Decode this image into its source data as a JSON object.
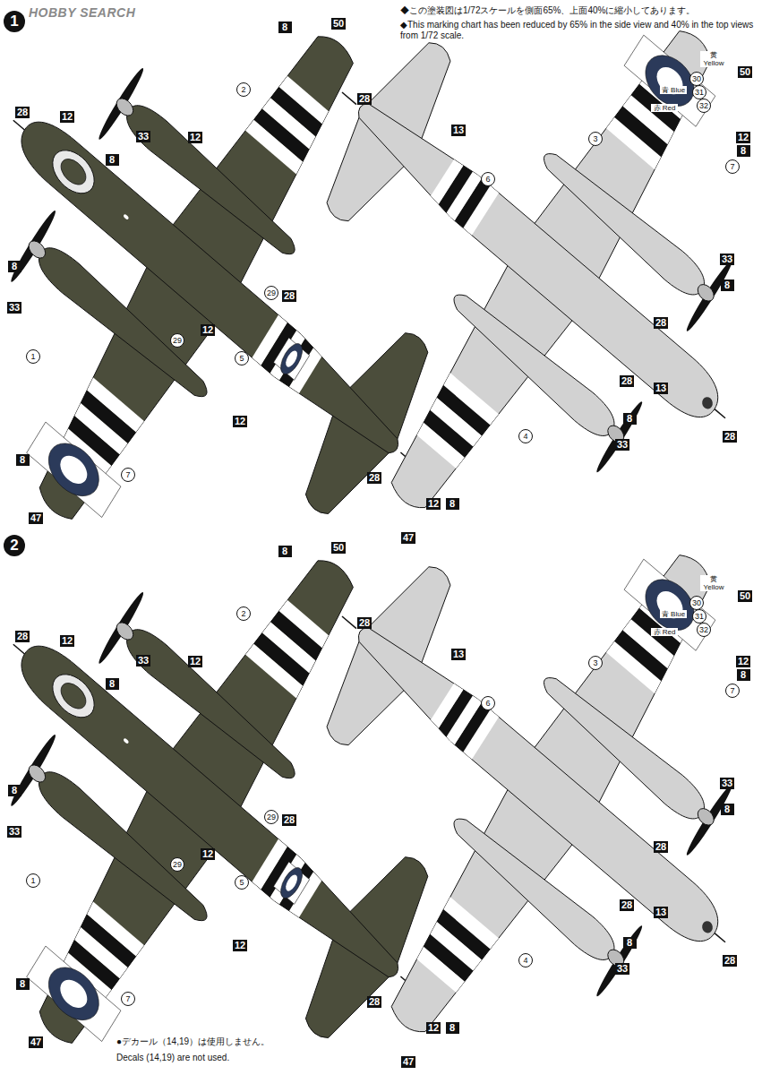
{
  "diagram": {
    "labels": [
      "HOBBY SEARCH",
      "◆この塗装図は1/72スケールを側面65%、上面40%に縮小してあります。",
      "◆This marking chart has been reduced by 65% in the side view and 40% in the top views from 1/72 scale.",
      "1",
      "28",
      "12",
      "8",
      "50",
      "2",
      "33",
      "12",
      "8",
      "29",
      "28",
      "12",
      "8",
      "33",
      "1",
      "5",
      "29",
      "12",
      "28",
      "8",
      "7",
      "47",
      "28",
      "13",
      "6",
      "3",
      "30",
      "31",
      "32",
      "黄 Yellow",
      "青 Blue",
      "赤 Red",
      "50",
      "12",
      "8",
      "7",
      "33",
      "8",
      "28",
      "28",
      "13",
      "28",
      "8",
      "33",
      "4",
      "12",
      "8",
      "47",
      "2",
      "28",
      "12",
      "8",
      "50",
      "2",
      "33",
      "12",
      "8",
      "29",
      "28",
      "12",
      "8",
      "33",
      "1",
      "5",
      "29",
      "12",
      "28",
      "8",
      "7",
      "47",
      "28",
      "13",
      "6",
      "3",
      "30",
      "31",
      "32",
      "黄 Yellow",
      "青 Blue",
      "赤 Red",
      "50",
      "12",
      "8",
      "7",
      "33",
      "8",
      "28",
      "28",
      "13",
      "28",
      "8",
      "33",
      "4",
      "12",
      "8",
      "47",
      "●デカール（14,19）は使用しません。",
      "Decals (14,19) are not used."
    ]
  }
}
